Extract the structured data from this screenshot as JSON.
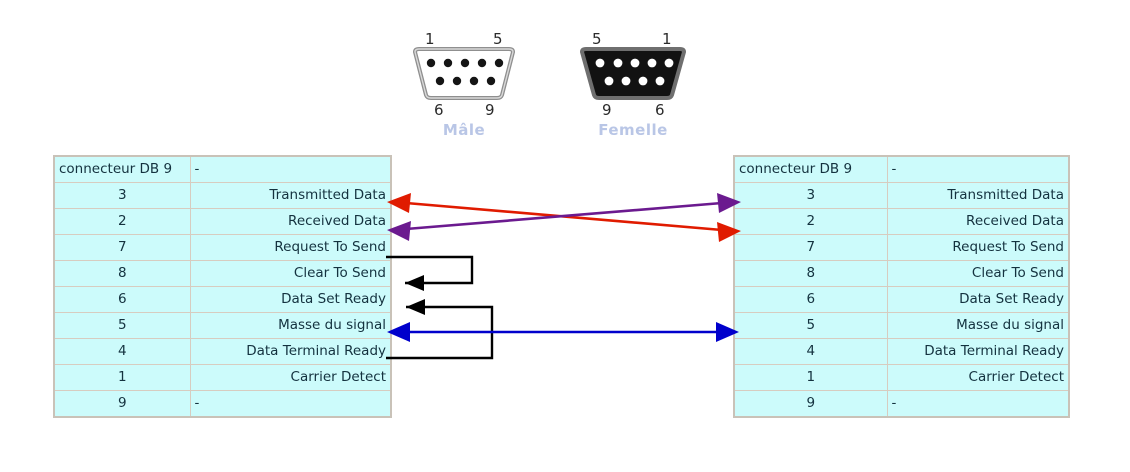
{
  "connectors": [
    {
      "name": "male-connector",
      "caption": "Mâle",
      "top_left_pin": "1",
      "top_right_pin": "5",
      "bottom_left_pin": "6",
      "bottom_right_pin": "9",
      "shell_color": "#ffffff",
      "outline_color": "#8a8a8a",
      "pin_color": "#1a1a1a"
    },
    {
      "name": "female-connector",
      "caption": "Femelle",
      "top_left_pin": "5",
      "top_right_pin": "1",
      "bottom_left_pin": "9",
      "bottom_right_pin": "6",
      "shell_color": "#121212",
      "outline_color": "#6f6f6f",
      "pin_color": "#ffffff"
    }
  ],
  "caption_color": "#b9c6e6",
  "tables": {
    "left": {
      "title": "connecteur DB 9",
      "title_value": "-",
      "rows": [
        {
          "pin": "3",
          "signal": "Transmitted Data"
        },
        {
          "pin": "2",
          "signal": "Received Data"
        },
        {
          "pin": "7",
          "signal": "Request To Send"
        },
        {
          "pin": "8",
          "signal": "Clear To Send"
        },
        {
          "pin": "6",
          "signal": "Data Set Ready"
        },
        {
          "pin": "5",
          "signal": "Masse du signal"
        },
        {
          "pin": "4",
          "signal": "Data Terminal Ready"
        },
        {
          "pin": "1",
          "signal": "Carrier Detect"
        },
        {
          "pin": "9",
          "signal": "-"
        }
      ]
    },
    "right": {
      "title": "connecteur DB 9",
      "title_value": "-",
      "rows": [
        {
          "pin": "3",
          "signal": "Transmitted Data"
        },
        {
          "pin": "2",
          "signal": "Received Data"
        },
        {
          "pin": "7",
          "signal": "Request To Send"
        },
        {
          "pin": "8",
          "signal": "Clear To Send"
        },
        {
          "pin": "6",
          "signal": "Data Set Ready"
        },
        {
          "pin": "5",
          "signal": "Masse du signal"
        },
        {
          "pin": "4",
          "signal": "Data Terminal Ready"
        },
        {
          "pin": "1",
          "signal": "Carrier Detect"
        },
        {
          "pin": "9",
          "signal": "-"
        }
      ]
    },
    "cell_background": "#ccfbfb",
    "border_color": "#d7ccc0"
  },
  "wires": [
    {
      "name": "wire-txd-left-to-rxd-right",
      "color": "#e01b00",
      "from": "left pin 3 Transmitted Data",
      "to": "right pin 2 Received Data",
      "arrows": "both"
    },
    {
      "name": "wire-rxd-left-to-txd-right",
      "color": "#6b1a8f",
      "from": "left pin 2 Received Data",
      "to": "right pin 3 Transmitted Data",
      "arrows": "both"
    },
    {
      "name": "wire-rts-to-cts-left",
      "color": "#000000",
      "from": "left pin 7 Request To Send",
      "to": "left pin 8 Clear To Send",
      "arrows": "end"
    },
    {
      "name": "wire-dtr-to-dsr-left",
      "color": "#000000",
      "from": "left pin 4 Data Terminal Ready",
      "to": "left pin 6 Data Set Ready",
      "arrows": "end"
    },
    {
      "name": "wire-signal-ground",
      "color": "#0000cc",
      "from": "left pin 5 Masse du signal",
      "to": "right pin 5 Masse du signal",
      "arrows": "both"
    }
  ]
}
